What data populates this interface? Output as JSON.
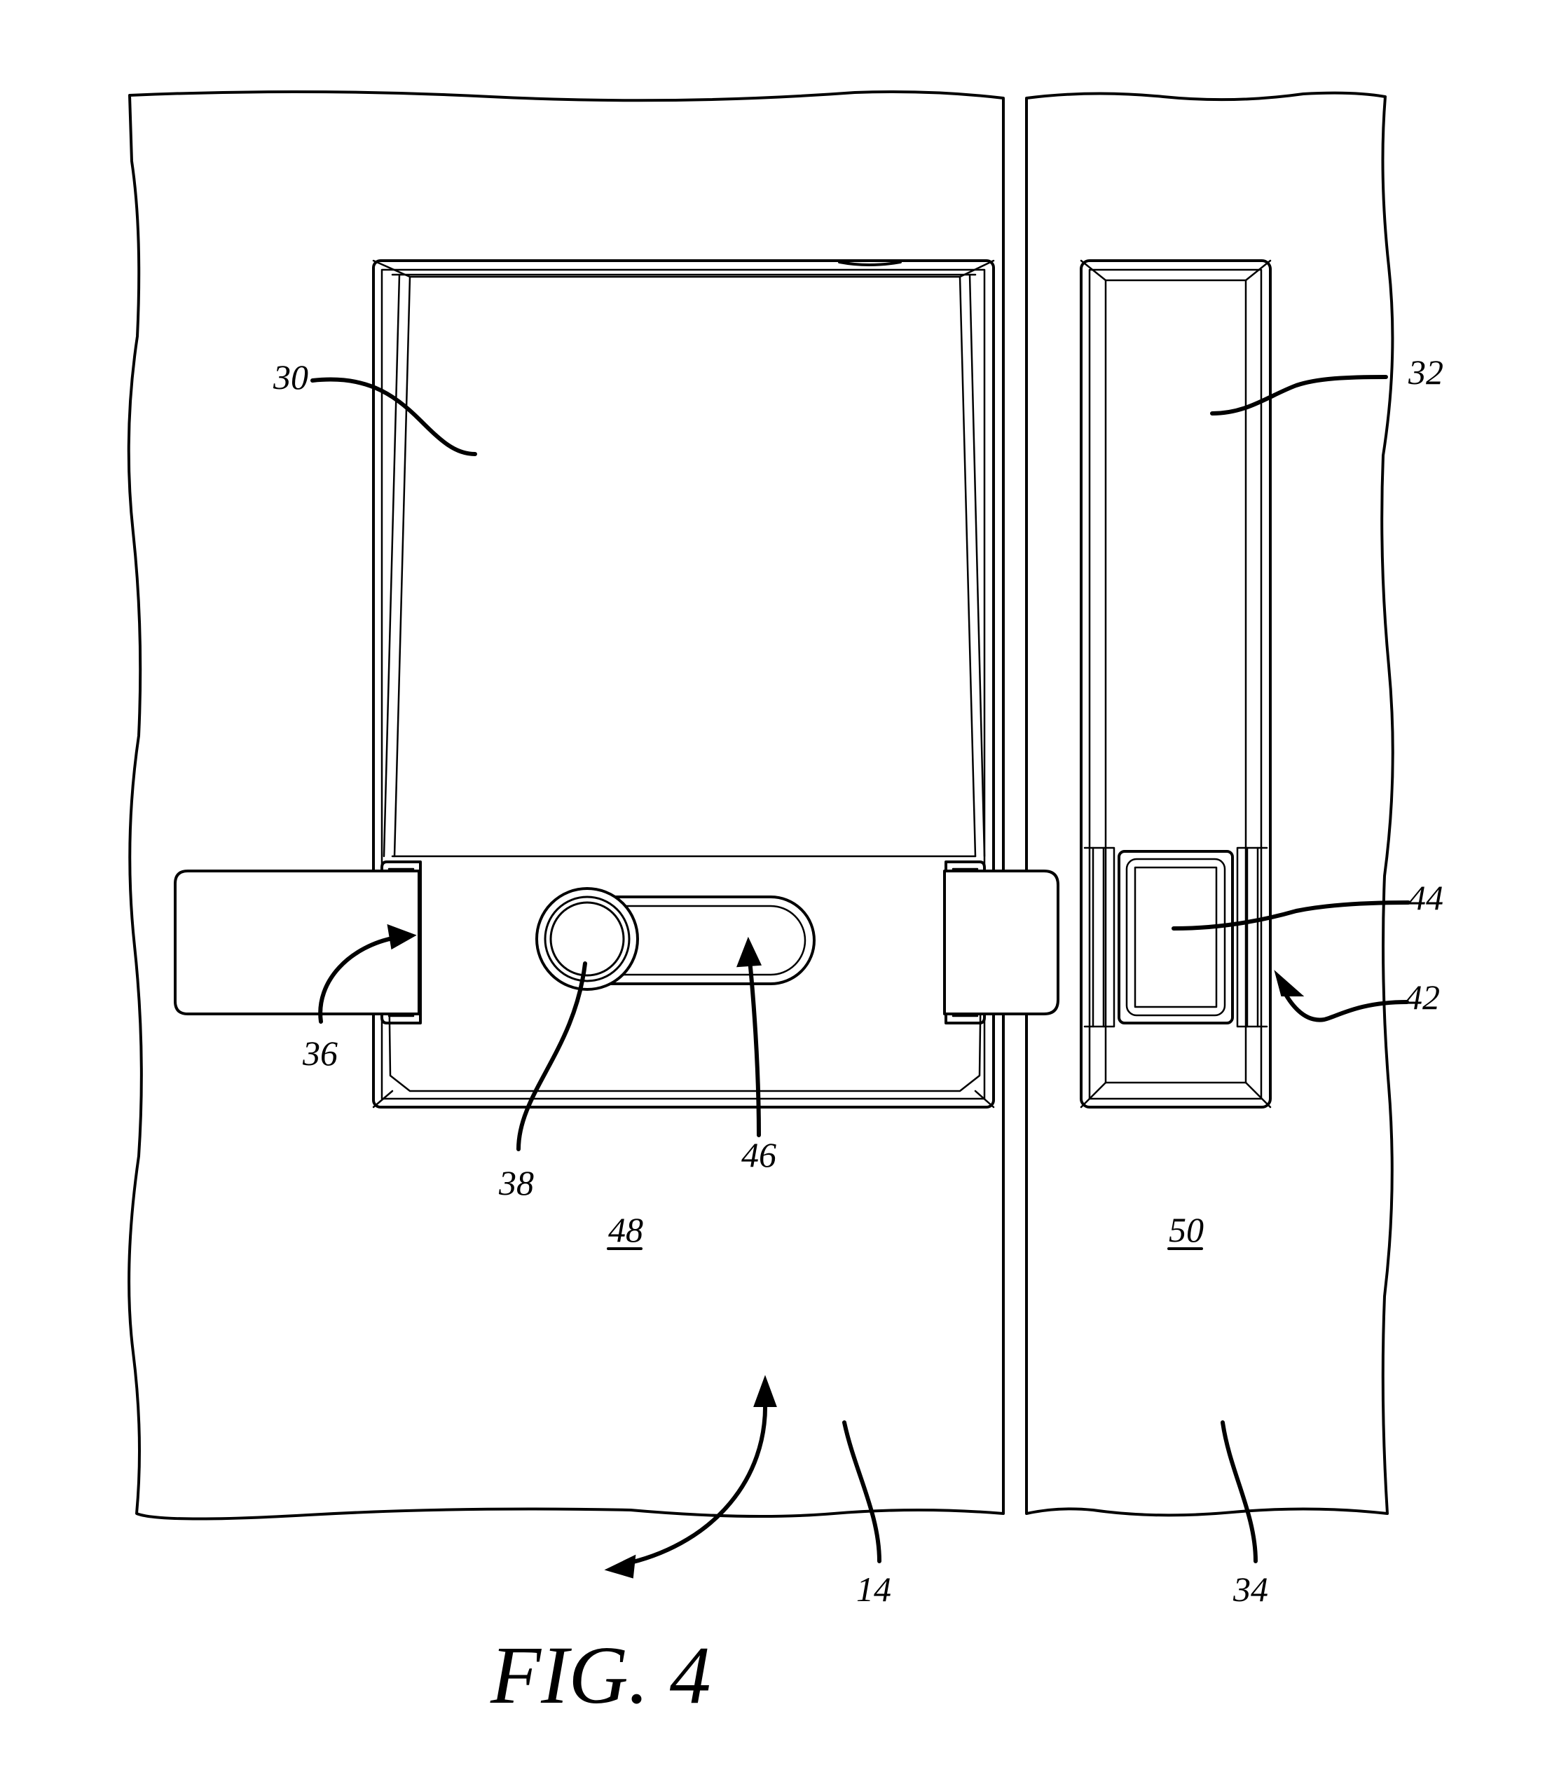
{
  "figure": {
    "caption": "FIG. 4"
  },
  "labels": {
    "door_panel": "14",
    "lock_housing": "30",
    "strike_housing": "32",
    "door_frame": "34",
    "latch": "36",
    "button": "38",
    "recess": "42",
    "strike_insert": "44",
    "slot": "46",
    "side_48": "48",
    "side_50": "50"
  }
}
